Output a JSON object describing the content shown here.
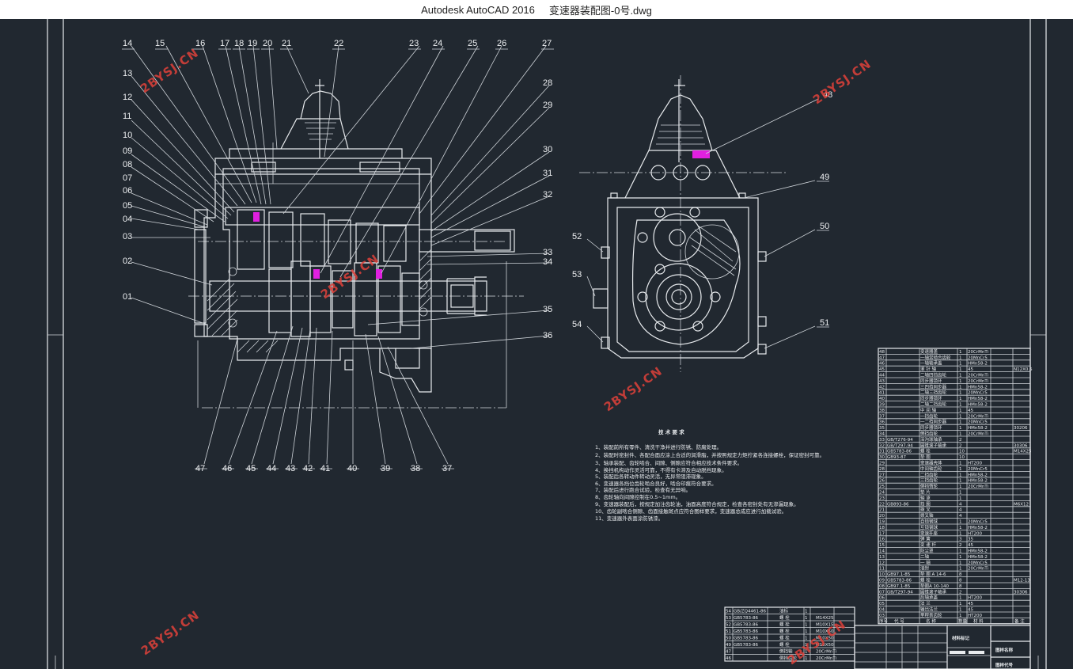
{
  "window": {
    "app_name": "Autodesk AutoCAD 2016",
    "file_name": "变速器装配图-0号.dwg"
  },
  "balloons": {
    "left_top": [
      "14",
      "15",
      "16",
      "17",
      "18",
      "19",
      "20",
      "21",
      "22",
      "23",
      "24",
      "25",
      "26",
      "27"
    ],
    "left_side": [
      "13",
      "12",
      "11",
      "10",
      "09",
      "08",
      "07",
      "06",
      "05",
      "04",
      "03",
      "02",
      "01"
    ],
    "right_side": [
      "28",
      "29",
      "30",
      "31",
      "32",
      "33",
      "34",
      "35",
      "36"
    ],
    "bottom": [
      "47",
      "46",
      "45",
      "44",
      "43",
      "42",
      "41",
      "40",
      "39",
      "38",
      "37"
    ],
    "side_view": [
      "48",
      "49",
      "50",
      "51",
      "52",
      "53",
      "54"
    ]
  },
  "watermark": "2BYSJ.CN",
  "notes": {
    "title": "技 术 要 求",
    "items": [
      "1、装配前所有零件、清洗干净并进行防锈、防腐处理。",
      "2、装配时密封件、各配合面应涂上合适的润滑脂，并按照规定力矩拧紧各连接螺栓，保证密封可靠。",
      "3、轴承装配、齿轮啮合、间隙、侧隙应符合相应技术条件要求。",
      "4、换挡机构动作灵活可靠，不得有卡滞及自动脱挡现象。",
      "5、装配后各转动件转动灵活，无异常阻滞现象。",
      "6、变速器各挡位齿轮啮合良好，啮合印痕符合要求。",
      "7、装配后进行跑合试验，检查有无异响。",
      "8、齿轮轴向间隙控制在0.5~1mm。",
      "9、变速器装配后，按规定加注齿轮油，油面高度符合规定，检查各密封处有无渗漏现象。",
      "10、齿轮副啮合侧隙、齿面接触斑点应符合图样要求，变速器总成应进行加载试验。",
      "11、变速器外表面涂防锈漆。"
    ]
  },
  "parts_table": {
    "rows": [
      {
        "no": "48",
        "code": "",
        "name": "变速器盖",
        "qty": "1",
        "material": "20CrMnTi",
        "note": ""
      },
      {
        "no": "47",
        "code": "",
        "name": "一轴常啮合齿轮",
        "qty": "1",
        "material": "20MnCr5",
        "note": ""
      },
      {
        "no": "46",
        "code": "",
        "name": "一轴轴承盖",
        "qty": "1",
        "material": "HMn58-2",
        "note": ""
      },
      {
        "no": "45",
        "code": "",
        "name": "滚 针 轴",
        "qty": "1",
        "material": "45",
        "note": "N12X0.5"
      },
      {
        "no": "44",
        "code": "",
        "name": "二轴四挡齿轮",
        "qty": "1",
        "material": "20CrMnTi",
        "note": ""
      },
      {
        "no": "43",
        "code": "",
        "name": "同步器锁环",
        "qty": "1",
        "material": "20CrMnTi",
        "note": ""
      },
      {
        "no": "42",
        "code": "",
        "name": "三四挡同步器",
        "qty": "1",
        "material": "HMn58-2",
        "note": ""
      },
      {
        "no": "41",
        "code": "",
        "name": "二轴三挡齿轮",
        "qty": "1",
        "material": "20MnCr5",
        "note": ""
      },
      {
        "no": "40",
        "code": "",
        "name": "同步器锁环",
        "qty": "1",
        "material": "HMn58-2",
        "note": ""
      },
      {
        "no": "39",
        "code": "",
        "name": "二轴二挡齿轮",
        "qty": "1",
        "material": "HMn58-2",
        "note": ""
      },
      {
        "no": "38",
        "code": "",
        "name": "中 间 轴",
        "qty": "1",
        "material": "45",
        "note": ""
      },
      {
        "no": "37",
        "code": "",
        "name": "一挡齿轮",
        "qty": "1",
        "material": "20CrMnTi",
        "note": ""
      },
      {
        "no": "36",
        "code": "",
        "name": "一二挡同步器",
        "qty": "1",
        "material": "20MnCr5",
        "note": ""
      },
      {
        "no": "35",
        "code": "",
        "name": "同步器锁环",
        "qty": "1",
        "material": "HMn58-2",
        "note": "30206"
      },
      {
        "no": "34",
        "code": "",
        "name": "倒挡齿轮",
        "qty": "1",
        "material": "20CrMnTi",
        "note": ""
      },
      {
        "no": "33",
        "code": "GB/T276-94",
        "name": "深沟球轴承",
        "qty": "2",
        "material": "",
        "note": ""
      },
      {
        "no": "32",
        "code": "GB/T297-94",
        "name": "圆锥滚子轴承",
        "qty": "2",
        "material": "",
        "note": "30306"
      },
      {
        "no": "31",
        "code": "GB5783-86",
        "name": "螺 栓",
        "qty": "10",
        "material": "",
        "note": "M14X25"
      },
      {
        "no": "30",
        "code": "GB93-87",
        "name": "垫 圈",
        "qty": "10",
        "material": "",
        "note": ""
      },
      {
        "no": "29",
        "code": "",
        "name": "变速器壳体",
        "qty": "1",
        "material": "HT200",
        "note": ""
      },
      {
        "no": "28",
        "code": "",
        "name": "中间轴齿轮",
        "qty": "1",
        "material": "20MnCr5",
        "note": ""
      },
      {
        "no": "27",
        "code": "",
        "name": "二挡齿轮",
        "qty": "1",
        "material": "HMn58-2",
        "note": ""
      },
      {
        "no": "26",
        "code": "",
        "name": "三挡齿轮",
        "qty": "1",
        "material": "HMn58-2",
        "note": ""
      },
      {
        "no": "25",
        "code": "",
        "name": "倒挡惰轮",
        "qty": "1",
        "material": "20CrMnTi",
        "note": ""
      },
      {
        "no": "24",
        "code": "",
        "name": "垫 片",
        "qty": "1",
        "material": "",
        "note": ""
      },
      {
        "no": "23",
        "code": "",
        "name": "轴 承",
        "qty": "1",
        "material": "",
        "note": ""
      },
      {
        "no": "22",
        "code": "GB893-86",
        "name": "挡 圈",
        "qty": "4",
        "material": "",
        "note": "M6X12"
      },
      {
        "no": "21",
        "code": "",
        "name": "拨 叉",
        "qty": "4",
        "material": "",
        "note": ""
      },
      {
        "no": "20",
        "code": "",
        "name": "拨叉轴",
        "qty": "4",
        "material": "",
        "note": ""
      },
      {
        "no": "19",
        "code": "",
        "name": "自锁钢球",
        "qty": "1",
        "material": "20MnCr5",
        "note": ""
      },
      {
        "no": "18",
        "code": "",
        "name": "互锁钢球",
        "qty": "1",
        "material": "HMn58-2",
        "note": ""
      },
      {
        "no": "17",
        "code": "",
        "name": "变速杆座",
        "qty": "1",
        "material": "HT200",
        "note": ""
      },
      {
        "no": "16",
        "code": "",
        "name": "弹 簧",
        "qty": "3",
        "material": "35",
        "note": ""
      },
      {
        "no": "15",
        "code": "",
        "name": "变 速 杆",
        "qty": "2",
        "material": "45",
        "note": ""
      },
      {
        "no": "14",
        "code": "",
        "name": "防尘罩",
        "qty": "1",
        "material": "HMn58-2",
        "note": ""
      },
      {
        "no": "13",
        "code": "",
        "name": "二轴",
        "qty": "1",
        "material": "HMn58-2",
        "note": ""
      },
      {
        "no": "12",
        "code": "",
        "name": "一 轴",
        "qty": "1",
        "material": "20MnCr5",
        "note": ""
      },
      {
        "no": "11",
        "code": "",
        "name": "油封",
        "qty": "1",
        "material": "20CrMnTi",
        "note": ""
      },
      {
        "no": "10",
        "code": "GB97.1-85",
        "name": "垫 圈 A 14-6",
        "qty": "8",
        "material": "",
        "note": ""
      },
      {
        "no": "09",
        "code": "GB5783-86",
        "name": "螺 栓",
        "qty": "8",
        "material": "",
        "note": "M12-13"
      },
      {
        "no": "08",
        "code": "GB97.1-85",
        "name": "垫圈A 10-140",
        "qty": "8",
        "material": "",
        "note": ""
      },
      {
        "no": "07",
        "code": "GB/T297-94",
        "name": "圆锥滚子轴承",
        "qty": "2",
        "material": "",
        "note": "30306"
      },
      {
        "no": "06",
        "code": "",
        "name": "后轴承盖",
        "qty": "1",
        "material": "HT200",
        "note": ""
      },
      {
        "no": "05",
        "code": "",
        "name": "法 兰",
        "qty": "1",
        "material": "45",
        "note": ""
      },
      {
        "no": "04",
        "code": "",
        "name": "输出法兰",
        "qty": "1",
        "material": "45",
        "note": ""
      },
      {
        "no": "03",
        "code": "",
        "name": "里程表齿轮",
        "qty": "1",
        "material": "HT200",
        "note": ""
      }
    ],
    "header": [
      "序号",
      "代 号",
      "名 称",
      "数量",
      "材 料",
      "备 注"
    ]
  },
  "lower_table": {
    "rows": [
      {
        "no": "54",
        "code": "GB/ZQ4461-86",
        "name": "油标",
        "qty": "1",
        "note": ""
      },
      {
        "no": "53",
        "code": "GB5783-86",
        "name": "螺 栓",
        "qty": "1",
        "note": "M14X25"
      },
      {
        "no": "52",
        "code": "GB5783-86",
        "name": "螺 栓",
        "qty": "1",
        "note": "M10X15"
      },
      {
        "no": "51",
        "code": "GB5783-86",
        "name": "螺 栓",
        "qty": "1",
        "note": "M10X50"
      },
      {
        "no": "50",
        "code": "GB5783-86",
        "name": "螺 栓",
        "qty": "1",
        "note": "M10X50"
      },
      {
        "no": "49",
        "code": "GB5783-86",
        "name": "螺 栓",
        "qty": "1",
        "note": "M10X50"
      },
      {
        "no": "47",
        "code": "",
        "name": "倒挡轴",
        "qty": "1",
        "note": "20CrMnTi"
      },
      {
        "no": "46",
        "code": "",
        "name": "倒挡齿轮",
        "qty": "1",
        "note": "20CrMnTi"
      }
    ]
  },
  "title_block": {
    "material_mark": "材料标记",
    "drawing_name": "图样名称",
    "drawing_code": "图样代号"
  }
}
